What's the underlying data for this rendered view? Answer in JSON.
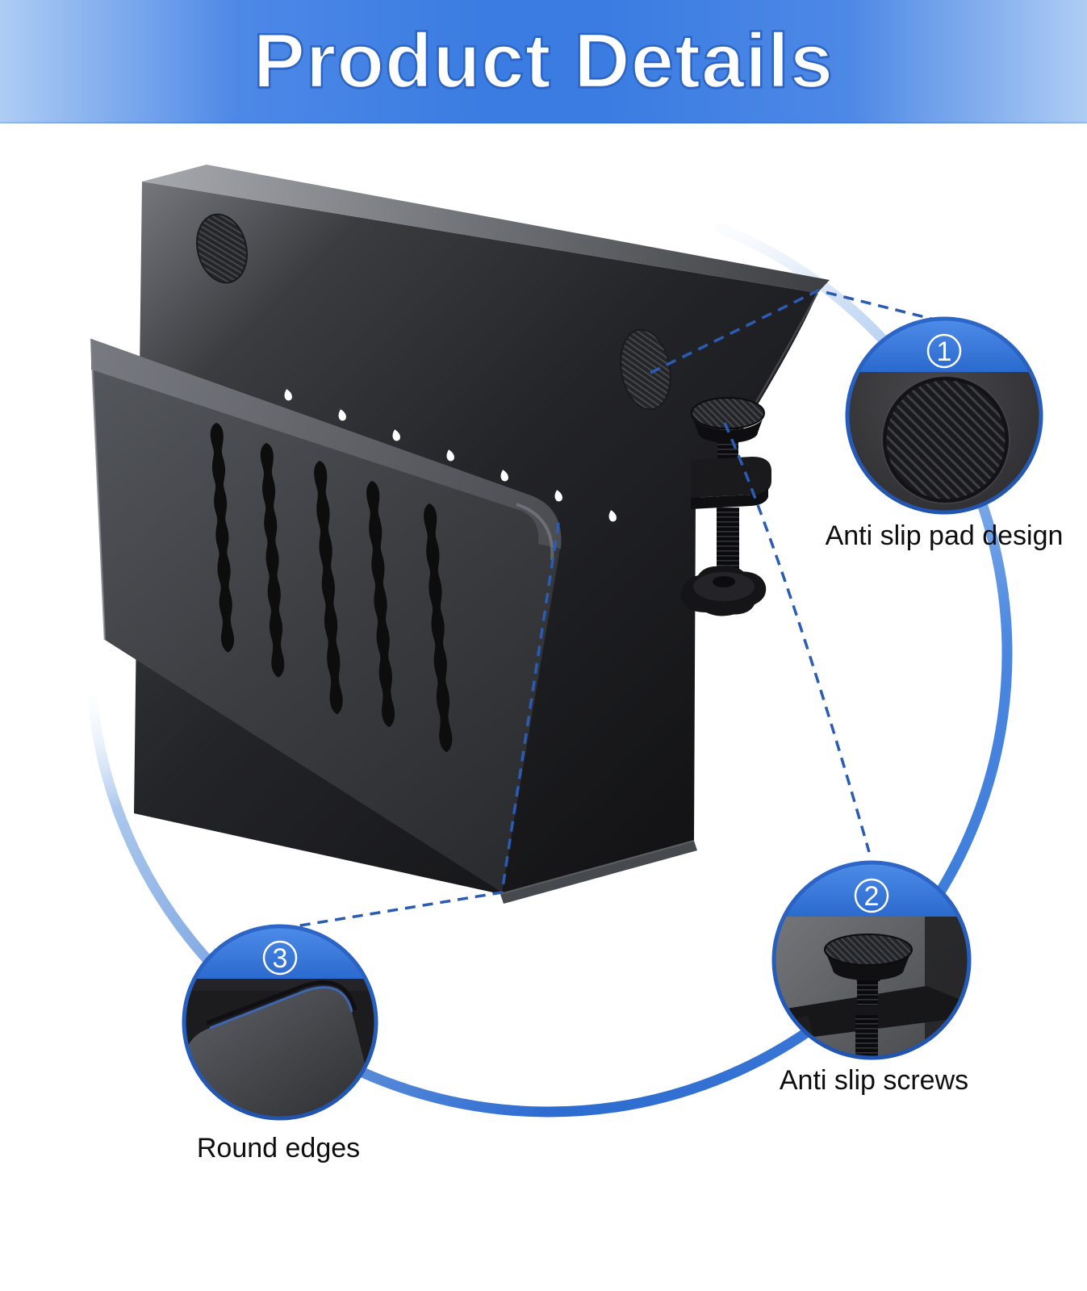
{
  "header": {
    "title": "Product Details"
  },
  "callouts": [
    {
      "number": "1",
      "label": "Anti slip pad design"
    },
    {
      "number": "2",
      "label": "Anti slip screws"
    },
    {
      "number": "3",
      "label": "Round edges"
    }
  ],
  "colors": {
    "header_center_blue": "#3a7ce2",
    "header_edge_blue": "#aecdf4",
    "callout_ring_blue": "#2a62c4",
    "badge_band_blue": "#3f80e2",
    "leader_dash_blue": "#2b5cb4",
    "swoosh_deep_blue": "#2f6fd3",
    "swoosh_light_blue": "#cfe0f5",
    "product_black": "#1d1d20"
  },
  "icons": {
    "badge_1": "circled-number-1-icon",
    "badge_2": "circled-number-2-icon",
    "badge_3": "circled-number-3-icon"
  }
}
